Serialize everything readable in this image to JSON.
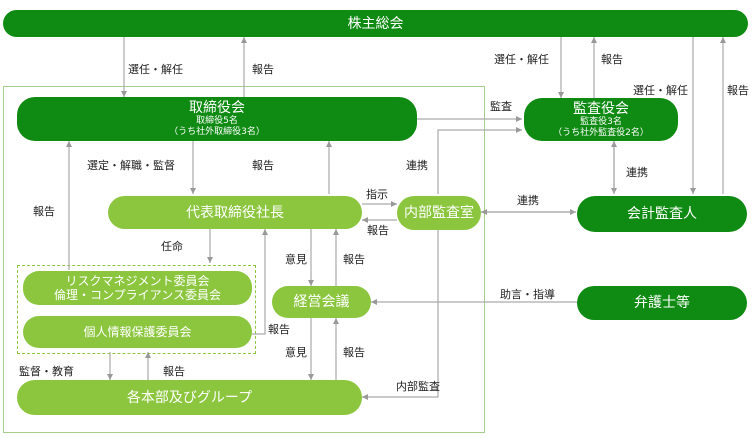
{
  "nodes": {
    "shareholders": "株主総会",
    "board": {
      "title": "取締役会",
      "line1": "取締役5名",
      "line2": "（うち社外取締役3名）"
    },
    "auditors": {
      "title": "監査役会",
      "line1": "監査役3名",
      "line2": "（うち社外監査役2名）"
    },
    "president": "代表取締役社長",
    "internal_audit": "内部監査室",
    "accounting_auditor": "会計監査人",
    "risk_committee_1": "リスクマネジメント委員会",
    "risk_committee_2": "倫理・コンプライアンス委員会",
    "privacy_committee": "個人情報保護委員会",
    "management_council": "経営会議",
    "lawyers": "弁護士等",
    "divisions": "各本部及びグループ"
  },
  "labels": {
    "appoint_dismiss_board": "選任・解任",
    "report_board": "報告",
    "appoint_dismiss_auditors": "選任・解任",
    "report_auditors": "報告",
    "appoint_dismiss_accounting": "選任・解任",
    "report_accounting": "報告",
    "audit": "監査",
    "coop_internal": "連携",
    "coop_auditors": "連携",
    "coop_accounting": "連携",
    "select_supervise": "選定・解職・監督",
    "report_president_board": "報告",
    "report_committee_board": "報告",
    "instruct": "指示",
    "report_internal_president": "報告",
    "appoint": "任命",
    "opinion_1": "意見",
    "report_council_president": "報告",
    "advice": "助言・指導",
    "report_privacy": "報告",
    "opinion_2": "意見",
    "report_divisions_council": "報告",
    "supervise_educate": "監督・教育",
    "report_divisions_committee": "報告",
    "internal_audit_label": "内部監査"
  }
}
